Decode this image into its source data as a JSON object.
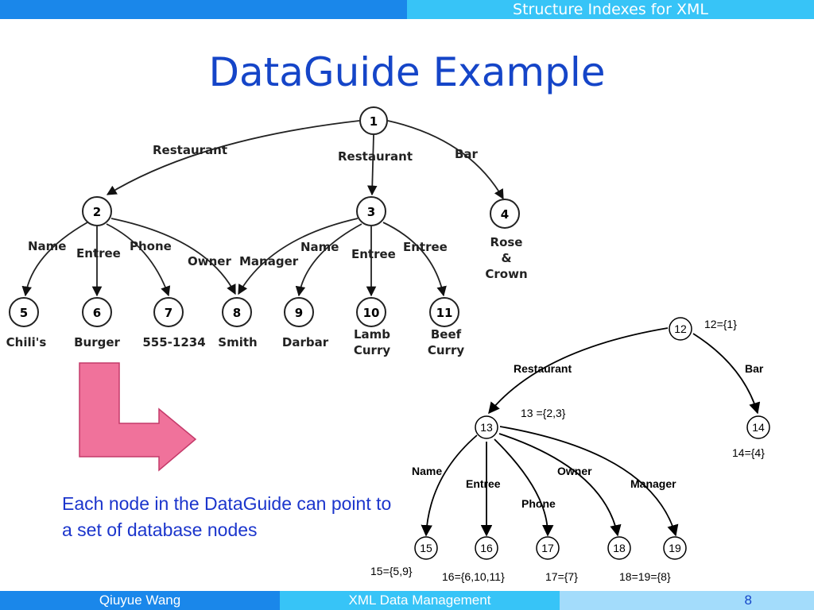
{
  "header": {
    "section_title": "Structure Indexes for XML"
  },
  "slide": {
    "title": "DataGuide Example",
    "caption": "Each node in the DataGuide can point to a set of database nodes"
  },
  "database_tree": {
    "nodes": [
      {
        "id": "1",
        "value": ""
      },
      {
        "id": "2",
        "value": ""
      },
      {
        "id": "3",
        "value": ""
      },
      {
        "id": "4",
        "value": "Rose & Crown"
      },
      {
        "id": "5",
        "value": "Chili's"
      },
      {
        "id": "6",
        "value": "Burger"
      },
      {
        "id": "7",
        "value": "555-1234"
      },
      {
        "id": "8",
        "value": "Smith"
      },
      {
        "id": "9",
        "value": "Darbar"
      },
      {
        "id": "10",
        "value": "Lamb Curry"
      },
      {
        "id": "11",
        "value": "Beef Curry"
      }
    ],
    "edges": [
      {
        "from": "1",
        "to": "2",
        "label": "Restaurant"
      },
      {
        "from": "1",
        "to": "3",
        "label": "Restaurant"
      },
      {
        "from": "1",
        "to": "4",
        "label": "Bar"
      },
      {
        "from": "2",
        "to": "5",
        "label": "Name"
      },
      {
        "from": "2",
        "to": "6",
        "label": "Entree"
      },
      {
        "from": "2",
        "to": "7",
        "label": "Phone"
      },
      {
        "from": "2",
        "to": "8",
        "label": "Owner"
      },
      {
        "from": "3",
        "to": "8",
        "label": "Manager"
      },
      {
        "from": "3",
        "to": "9",
        "label": "Name"
      },
      {
        "from": "3",
        "to": "10",
        "label": "Entree"
      },
      {
        "from": "3",
        "to": "11",
        "label": "Entree"
      }
    ]
  },
  "dataguide": {
    "nodes": [
      {
        "id": "12",
        "extent": "12={1}"
      },
      {
        "id": "13",
        "extent": "13 ={2,3}"
      },
      {
        "id": "14",
        "extent": "14={4}"
      },
      {
        "id": "15",
        "extent": "15={5,9}"
      },
      {
        "id": "16",
        "extent": "16={6,10,11}"
      },
      {
        "id": "17",
        "extent": "17={7}"
      },
      {
        "id": "18",
        "extent": ""
      },
      {
        "id": "19",
        "extent": "18=19={8}"
      }
    ],
    "edges": [
      {
        "from": "12",
        "to": "13",
        "label": "Restaurant"
      },
      {
        "from": "12",
        "to": "14",
        "label": "Bar"
      },
      {
        "from": "13",
        "to": "15",
        "label": "Name"
      },
      {
        "from": "13",
        "to": "16",
        "label": "Entree"
      },
      {
        "from": "13",
        "to": "17",
        "label": "Phone"
      },
      {
        "from": "13",
        "to": "18",
        "label": "Owner"
      },
      {
        "from": "13",
        "to": "19",
        "label": "Manager"
      }
    ]
  },
  "footer": {
    "author": "Qiuyue Wang",
    "course": "XML Data Management",
    "page_number": "8"
  },
  "colors": {
    "primary_blue": "#1a87ea",
    "light_blue": "#37c4f7",
    "pale_blue": "#a3dcfb",
    "title_blue": "#1545c8",
    "arrow_pink": "#f0729b"
  }
}
